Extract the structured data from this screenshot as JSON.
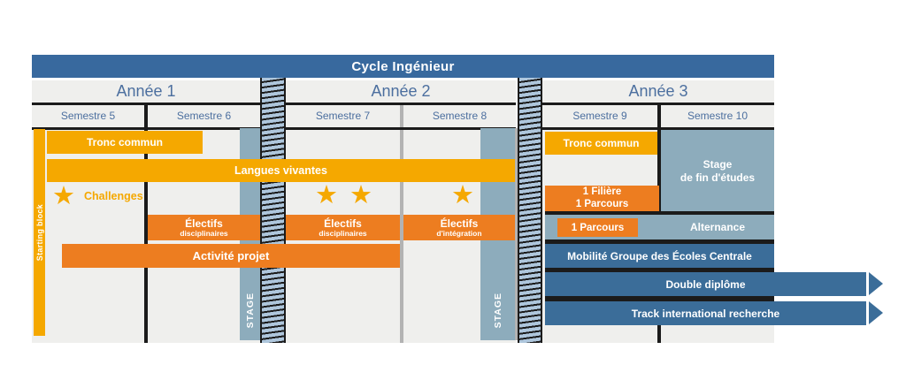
{
  "title": "Cycle Ingénieur",
  "years": [
    {
      "label": "Année 1",
      "semesters": [
        "Semestre 5",
        "Semestre 6"
      ]
    },
    {
      "label": "Année 2",
      "semesters": [
        "Semestre 7",
        "Semestre 8"
      ]
    },
    {
      "label": "Année 3",
      "semesters": [
        "Semestre 9",
        "Semestre 10"
      ]
    }
  ],
  "rows": {
    "tronc_commun_y1": "Tronc commun",
    "langues_vivantes": "Langues vivantes",
    "challenges": "Challenges",
    "electifs_disciplinaires": {
      "line1": "Électifs",
      "line2": "disciplinaires"
    },
    "electifs_integration": {
      "line1": "Électifs",
      "line2": "d'intégration"
    },
    "activite_projet": "Activité projet"
  },
  "year3": {
    "tronc_commun": "Tronc commun",
    "stage_fin_etudes": {
      "line1": "Stage",
      "line2": "de fin d'études"
    },
    "filiere": {
      "line1": "1 Filière",
      "line2": "1 Parcours"
    },
    "parcours": "1 Parcours",
    "alternance": "Alternance",
    "mobilite": "Mobilité Groupe des Écoles Centrale",
    "double_diplome": "Double diplôme",
    "track_international": "Track international recherche"
  },
  "labels": {
    "stage_column": "STAGE",
    "starting_block": "Starting block"
  },
  "icons": {
    "star": "★"
  },
  "colors": {
    "header_blue": "#38699E",
    "band_blue": "#3B6D99",
    "gold": "#F5A800",
    "orange": "#ED7D20",
    "slate_blue": "#8DACBC",
    "panel_gray": "#EFEFED",
    "text_blue": "#4C6F9F",
    "hatch_blue": "#AEC6DC"
  }
}
